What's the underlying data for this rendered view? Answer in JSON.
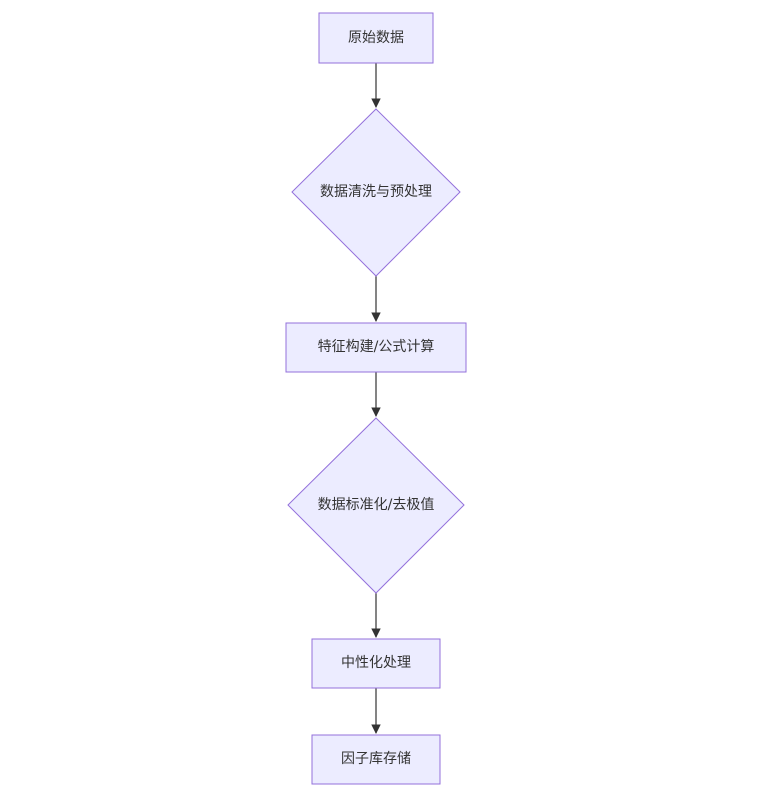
{
  "flowchart": {
    "nodes": [
      {
        "id": "raw",
        "label": "原始数据",
        "shape": "rect"
      },
      {
        "id": "clean",
        "label": "数据清洗与预处理",
        "shape": "diamond"
      },
      {
        "id": "feature",
        "label": "特征构建/公式计算",
        "shape": "rect"
      },
      {
        "id": "standardize",
        "label": "数据标准化/去极值",
        "shape": "diamond"
      },
      {
        "id": "neutralize",
        "label": "中性化处理",
        "shape": "rect"
      },
      {
        "id": "store",
        "label": "因子库存储",
        "shape": "rect"
      }
    ],
    "edges": [
      {
        "from": "raw",
        "to": "clean"
      },
      {
        "from": "clean",
        "to": "feature"
      },
      {
        "from": "feature",
        "to": "standardize"
      },
      {
        "from": "standardize",
        "to": "neutralize"
      },
      {
        "from": "neutralize",
        "to": "store"
      }
    ],
    "colors": {
      "node_fill": "#ECECFF",
      "node_stroke": "#9370DB",
      "edge": "#333333",
      "text": "#333333"
    }
  }
}
